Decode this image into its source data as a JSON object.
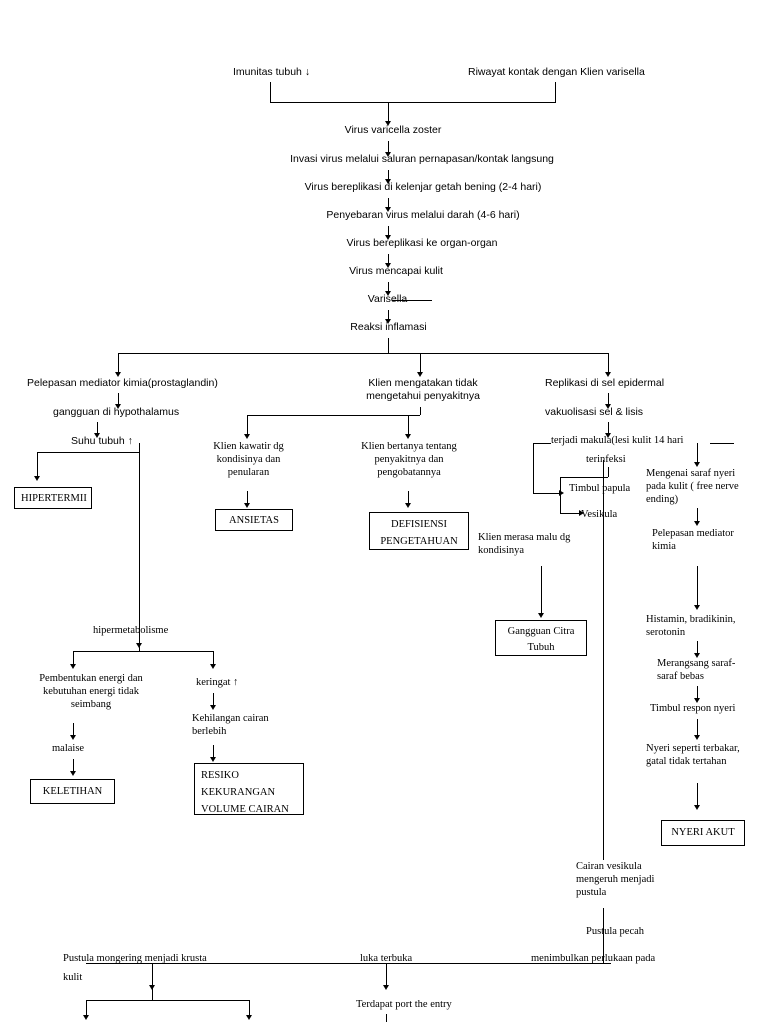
{
  "diagram": {
    "title": "Pathway diagram varisella",
    "type": "flowchart",
    "nodes": [
      {
        "id": "imunitas",
        "label": "Imunitas tubuh"
      },
      {
        "id": "riwayat",
        "label": "Riwayat kontak dengan Klien varisella"
      },
      {
        "id": "virus_vz",
        "label": "Virus varicella zoster"
      },
      {
        "id": "invasi",
        "label": "Invasi virus melalui saluran pernapasan/kontak langsung"
      },
      {
        "id": "replikasi_kgb",
        "label": "Virus bereplikasi di kelenjar getah bening (2-4 hari)"
      },
      {
        "id": "penyebaran",
        "label": "Penyebaran virus melalui darah (4-6 hari)"
      },
      {
        "id": "replikasi_organ",
        "label": "Virus bereplikasi ke organ-organ"
      },
      {
        "id": "mencapai_kulit",
        "label": "Virus mencapai kulit"
      },
      {
        "id": "varisella",
        "label": "Varisella"
      },
      {
        "id": "reaksi_inflamasi",
        "label": "Reaksi inflamasi"
      },
      {
        "id": "pelepasan_med",
        "label": "Pelepasan mediator kimia(prostaglandin)"
      },
      {
        "id": "gangguan_hypo",
        "label": "gangguan  di hypothalamus"
      },
      {
        "id": "suhu_tubuh",
        "label": "Suhu tubuh"
      },
      {
        "id": "hipertermi",
        "label": "HIPERTERMII"
      },
      {
        "id": "klien_tidak_tahu",
        "label": "Klien mengatakan tidak\nmengetahui penyakitnya"
      },
      {
        "id": "klien_kawatir",
        "label": "Klien kawatir dg\nkondisinya dan\npenularan"
      },
      {
        "id": "ansietas",
        "label": "ANSIETAS"
      },
      {
        "id": "klien_bertanya",
        "label": "Klien bertanya tentang\npenyakitnya dan\npengobatannya"
      },
      {
        "id": "defisiensi",
        "label": "DEFISIENSI\nPENGETAHUAN"
      },
      {
        "id": "replikasi_epidermal",
        "label": "Replikasi di sel epidermal"
      },
      {
        "id": "vakuolisasi",
        "label": "vakuolisasi sel & lisis"
      },
      {
        "id": "makula",
        "label": "terjadi makula(lesi kulit 14 hari"
      },
      {
        "id": "terinfeksi",
        "label": "terinfeksi"
      },
      {
        "id": "papula",
        "label": "Timbul papula"
      },
      {
        "id": "vesikula",
        "label": "Vesikula"
      },
      {
        "id": "klien_malu",
        "label": "Klien merasa malu dg\nkondisinya"
      },
      {
        "id": "gangguan_citra",
        "label": "Gangguan Citra\nTubuh"
      },
      {
        "id": "saraf_nyeri",
        "label": "Mengenai saraf nyeri\npada kulit ( free nerve\nending)"
      },
      {
        "id": "pelepasan_med2",
        "label": "Pelepasan mediator\nkimia"
      },
      {
        "id": "histamin",
        "label": "Histamin, bradikinin,\nserotonin"
      },
      {
        "id": "merangsang",
        "label": "Merangsang saraf-\nsaraf bebas"
      },
      {
        "id": "respon_nyeri",
        "label": "Timbul respon nyeri"
      },
      {
        "id": "nyeri_terbakar",
        "label": "Nyeri seperti terbakar,\ngatal tidak tertahan"
      },
      {
        "id": "nyeri_akut",
        "label": "NYERI AKUT"
      },
      {
        "id": "hipermetabolisme",
        "label": "hipermetabolisme"
      },
      {
        "id": "pembentukan",
        "label": "Pembentukan energi dan\nkebutuhan energi tidak\nseimbang"
      },
      {
        "id": "malaise",
        "label": "malaise"
      },
      {
        "id": "keletihan",
        "label": "KELETIHAN"
      },
      {
        "id": "keringat",
        "label": "keringat"
      },
      {
        "id": "kehilangan",
        "label": "Kehilangan cairan\nberlebih"
      },
      {
        "id": "resiko_cairan",
        "label": "RESIKO\nKEKURANGAN\nVOLUME CAIRAN"
      },
      {
        "id": "cairan_vesikula",
        "label": "Cairan vesikula\nmengeruh menjadi\npustula"
      },
      {
        "id": "pustula_pecah",
        "label": "Pustula pecah"
      },
      {
        "id": "pustula_kering",
        "label": "Pustula mongering menjadi krusta"
      },
      {
        "id": "kulit",
        "label": "kulit"
      },
      {
        "id": "luka_terbuka",
        "label": "luka terbuka"
      },
      {
        "id": "menimbulkan",
        "label": "menimbulkan perlukaan pada"
      },
      {
        "id": "port_entry",
        "label": "Terdapat port the entry"
      }
    ],
    "arrow_symbols": {
      "down": "↓",
      "up": "↑"
    }
  }
}
